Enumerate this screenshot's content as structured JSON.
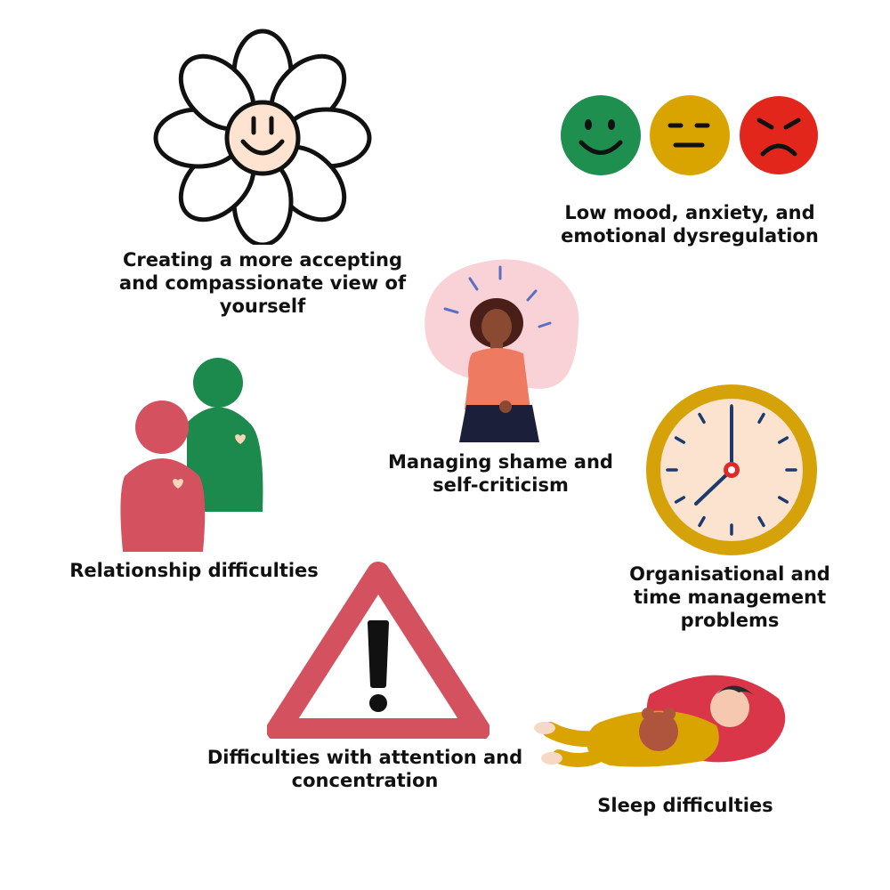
{
  "items": {
    "compassion": {
      "lines": [
        "Creating a more accepting",
        "and compassionate view of",
        "yourself"
      ],
      "icon": "smiling-flower-icon"
    },
    "mood": {
      "lines": [
        "Low mood, anxiety, and",
        "emotional dysregulation"
      ],
      "icon": "mood-faces-icon"
    },
    "shame": {
      "lines": [
        "Managing shame and",
        "self-criticism"
      ],
      "icon": "ashamed-person-icon"
    },
    "relationships": {
      "lines": [
        "Relationship difficulties"
      ],
      "icon": "two-people-icon"
    },
    "time": {
      "lines": [
        "Organisational and",
        "time management",
        "problems"
      ],
      "icon": "clock-icon"
    },
    "attention": {
      "lines": [
        "Difficulties with attention and",
        "concentration"
      ],
      "icon": "warning-triangle-icon"
    },
    "sleep": {
      "lines": [
        "Sleep difficulties"
      ],
      "icon": "sleeping-person-icon"
    }
  },
  "colors": {
    "green": "#1e8f4e",
    "yellow": "#d9a400",
    "red": "#e2261c",
    "pink": "#d4525f",
    "clock_rim": "#d6a20a",
    "clock_face": "#fbe3cf"
  }
}
